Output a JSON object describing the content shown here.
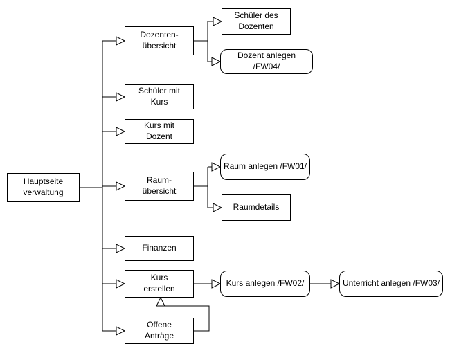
{
  "colors": {
    "background": "#ffffff",
    "node_fill": "#ffffff",
    "stroke": "#000000",
    "text": "#000000"
  },
  "nodes": {
    "hauptseite_verwaltung": {
      "label": "Hauptseite\nverwaltung",
      "shape": "rect"
    },
    "dozenten_uebersicht": {
      "label": "Dozenten-\nübersicht",
      "shape": "rect"
    },
    "schueler_des_dozenten": {
      "label": "Schüler des\nDozenten",
      "shape": "rect"
    },
    "dozent_anlegen": {
      "label": "Dozent anlegen /FW04/",
      "shape": "rounded"
    },
    "schueler_mit_kurs": {
      "label": "Schüler mit\nKurs",
      "shape": "rect"
    },
    "kurs_mit_dozent": {
      "label": "Kurs mit\nDozent",
      "shape": "rect"
    },
    "raum_uebersicht": {
      "label": "Raum-\nübersicht",
      "shape": "rect"
    },
    "raum_anlegen": {
      "label": "Raum anlegen /FW01/",
      "shape": "rounded"
    },
    "raumdetails": {
      "label": "Raumdetails",
      "shape": "rect"
    },
    "finanzen": {
      "label": "Finanzen",
      "shape": "rect"
    },
    "kurs_erstellen": {
      "label": "Kurs\nerstellen",
      "shape": "rect"
    },
    "kurs_anlegen": {
      "label": "Kurs anlegen /FW02/",
      "shape": "rounded"
    },
    "unterricht_anlegen": {
      "label": "Unterricht anlegen /FW03/",
      "shape": "rounded"
    },
    "offene_antraege": {
      "label": "Offene\nAnträge",
      "shape": "rect"
    }
  },
  "edges": [
    {
      "from": "hauptseite_verwaltung",
      "to": "dozenten_uebersicht"
    },
    {
      "from": "hauptseite_verwaltung",
      "to": "schueler_mit_kurs"
    },
    {
      "from": "hauptseite_verwaltung",
      "to": "kurs_mit_dozent"
    },
    {
      "from": "hauptseite_verwaltung",
      "to": "raum_uebersicht"
    },
    {
      "from": "hauptseite_verwaltung",
      "to": "finanzen"
    },
    {
      "from": "hauptseite_verwaltung",
      "to": "kurs_erstellen"
    },
    {
      "from": "hauptseite_verwaltung",
      "to": "offene_antraege"
    },
    {
      "from": "dozenten_uebersicht",
      "to": "schueler_des_dozenten"
    },
    {
      "from": "dozenten_uebersicht",
      "to": "dozent_anlegen"
    },
    {
      "from": "raum_uebersicht",
      "to": "raum_anlegen"
    },
    {
      "from": "raum_uebersicht",
      "to": "raumdetails"
    },
    {
      "from": "kurs_erstellen",
      "to": "kurs_anlegen"
    },
    {
      "from": "kurs_anlegen",
      "to": "unterricht_anlegen"
    },
    {
      "from": "offene_antraege",
      "to": "kurs_erstellen"
    }
  ]
}
